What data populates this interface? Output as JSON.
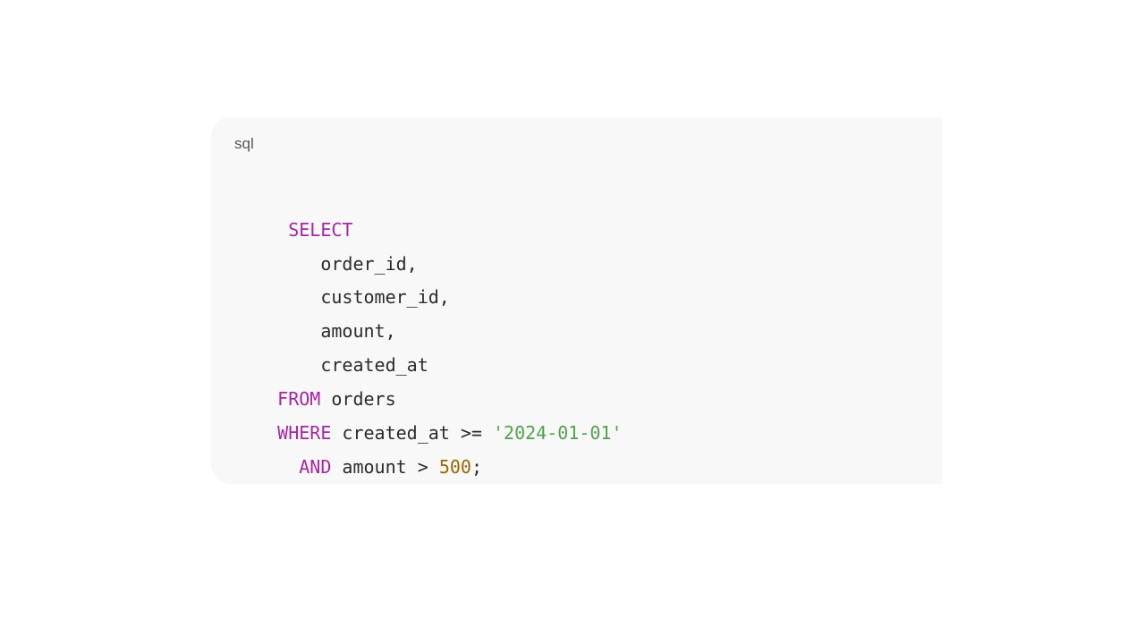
{
  "code_block": {
    "language": "sql",
    "lines": [
      [
        {
          "t": "kw",
          "v": " SELECT"
        }
      ],
      [
        {
          "t": "plain",
          "v": "    order_id,"
        }
      ],
      [
        {
          "t": "plain",
          "v": "    customer_id,"
        }
      ],
      [
        {
          "t": "plain",
          "v": "    amount,"
        }
      ],
      [
        {
          "t": "plain",
          "v": "    created_at"
        }
      ],
      [
        {
          "t": "kw",
          "v": "FROM"
        },
        {
          "t": "plain",
          "v": " orders"
        }
      ],
      [
        {
          "t": "kw",
          "v": "WHERE"
        },
        {
          "t": "plain",
          "v": " created_at >= "
        },
        {
          "t": "str",
          "v": "'2024-01-01'"
        }
      ],
      [
        {
          "t": "plain",
          "v": "  "
        },
        {
          "t": "kw",
          "v": "AND"
        },
        {
          "t": "plain",
          "v": " amount > "
        },
        {
          "t": "num",
          "v": "500"
        },
        {
          "t": "plain",
          "v": ";"
        }
      ]
    ]
  },
  "colors": {
    "keyword": "#a626a4",
    "string": "#50a14f",
    "number": "#986801",
    "text": "#2b2b2b",
    "background": "#f8f8f8"
  }
}
